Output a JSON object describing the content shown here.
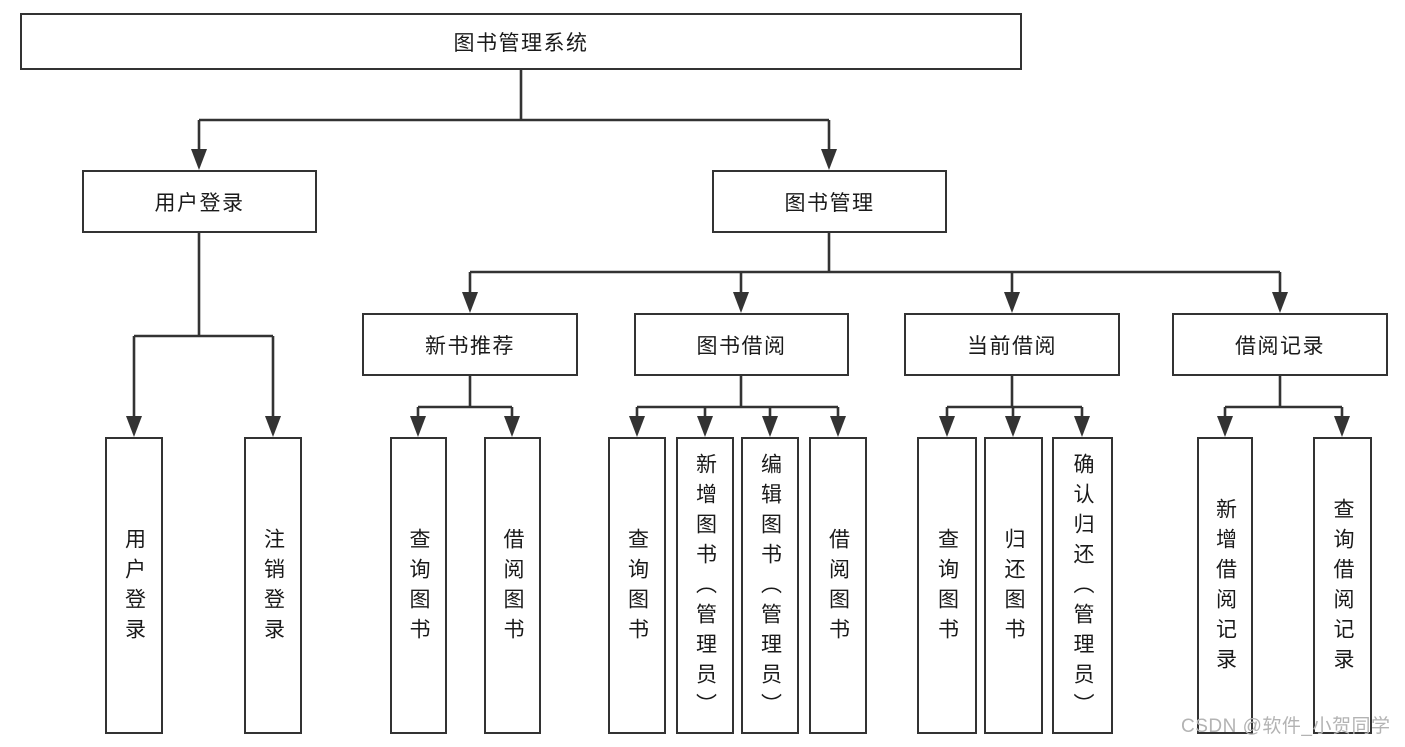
{
  "colors": {
    "line": "#333333",
    "text": "#1a1a1a",
    "background": "#ffffff",
    "watermark": "#b3b3b3"
  },
  "watermark": {
    "text": "CSDN @软件_小贺同学"
  },
  "tree": {
    "label": "图书管理系统",
    "children": [
      {
        "label": "用户登录",
        "children": [
          {
            "label": "用户登录"
          },
          {
            "label": "注销登录"
          }
        ]
      },
      {
        "label": "图书管理",
        "children": [
          {
            "label": "新书推荐",
            "children": [
              {
                "label": "查询图书"
              },
              {
                "label": "借阅图书"
              }
            ]
          },
          {
            "label": "图书借阅",
            "children": [
              {
                "label": "查询图书"
              },
              {
                "label": "新增图书（管理员）"
              },
              {
                "label": "编辑图书（管理员）"
              },
              {
                "label": "借阅图书"
              }
            ]
          },
          {
            "label": "当前借阅",
            "children": [
              {
                "label": "查询图书"
              },
              {
                "label": "归还图书"
              },
              {
                "label": "确认归还（管理员）"
              }
            ]
          },
          {
            "label": "借阅记录",
            "children": [
              {
                "label": "新增借阅记录"
              },
              {
                "label": "查询借阅记录"
              }
            ]
          }
        ]
      }
    ]
  }
}
